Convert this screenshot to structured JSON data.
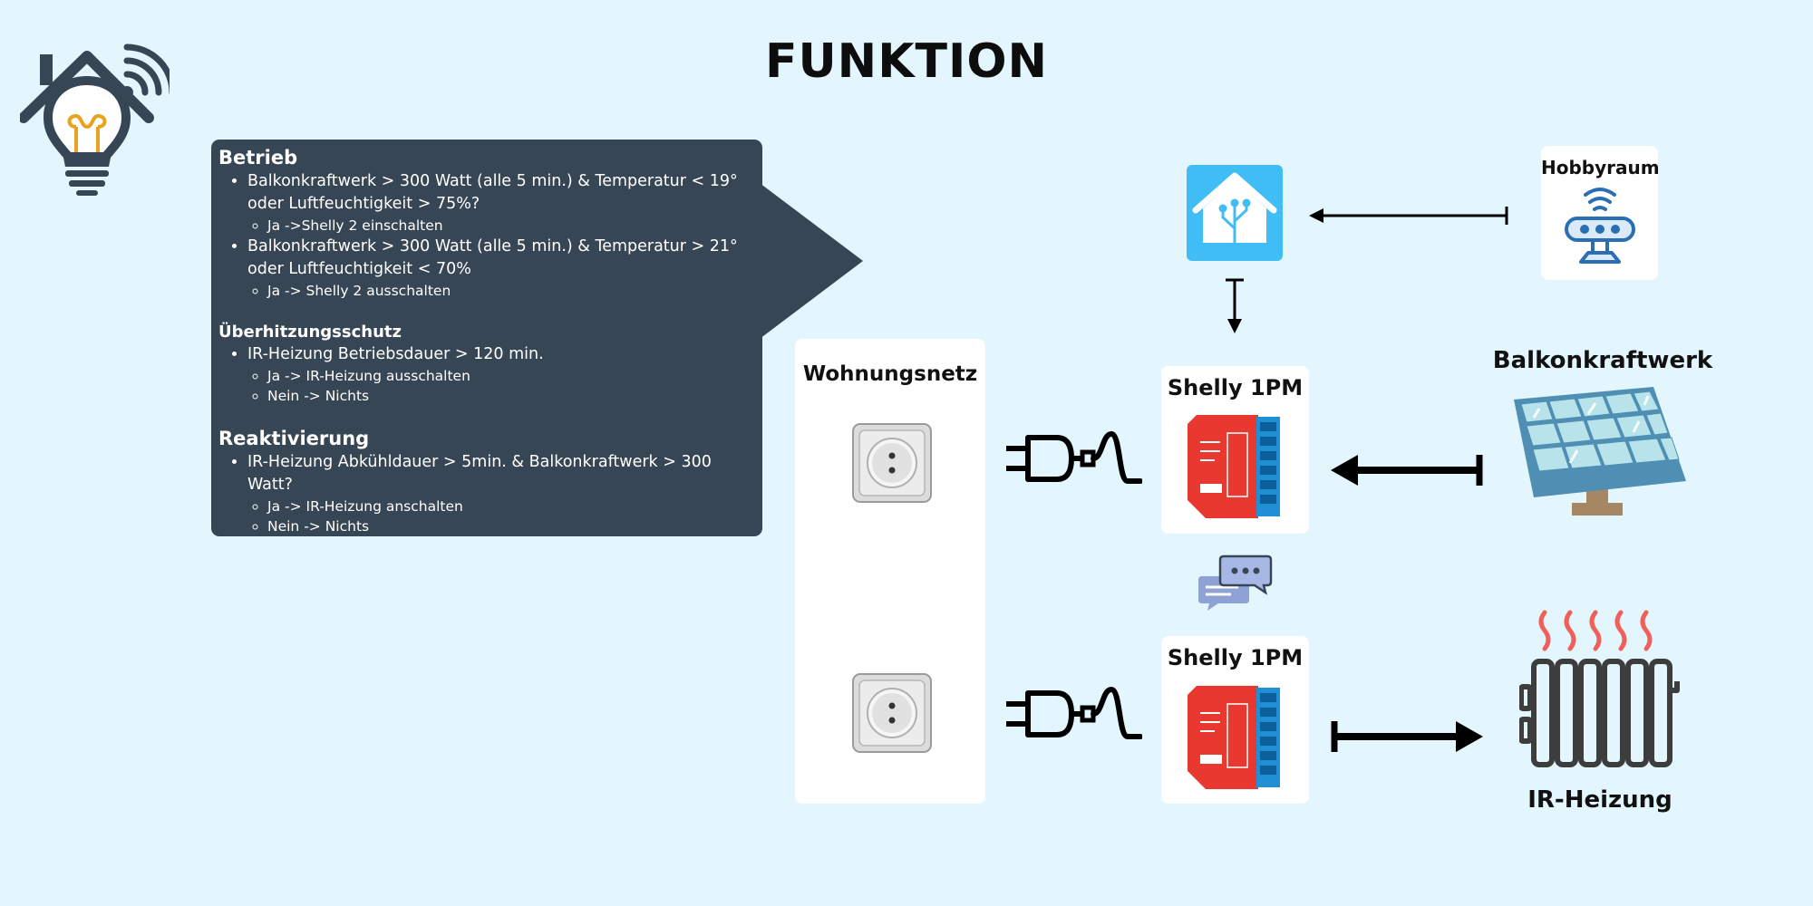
{
  "title": "FUNKTION",
  "rules": {
    "betrieb": {
      "title": "Betrieb",
      "items": [
        {
          "text": "Balkonkraftwerk > 300 Watt (alle 5 min.) & Temperatur < 19° oder Luftfeuchtigkeit > 75%?",
          "sub": [
            "Ja ->Shelly 2 einschalten"
          ]
        },
        {
          "text": "Balkonkraftwerk > 300 Watt (alle 5 min.) & Temperatur > 21° oder Luftfeuchtigkeit < 70%",
          "sub": [
            "Ja -> Shelly 2 ausschalten"
          ]
        }
      ]
    },
    "ueberhitzung": {
      "title": "Überhitzungsschutz",
      "items": [
        {
          "text": "IR-Heizung Betriebsdauer > 120 min.",
          "sub": [
            "Ja -> IR-Heizung ausschalten",
            "Nein -> Nichts"
          ]
        }
      ]
    },
    "reaktivierung": {
      "title": "Reaktivierung",
      "items": [
        {
          "text": "IR-Heizung Abkühldauer > 5min. & Balkonkraftwerk > 300 Watt?",
          "sub": [
            "Ja -> IR-Heizung anschalten",
            "Nein -> Nichts"
          ]
        }
      ]
    }
  },
  "nodes": {
    "wohnungsnetz": "Wohnungsnetz",
    "shelly_top": "Shelly 1PM",
    "shelly_bottom": "Shelly 1PM",
    "hobbyraum": "Hobbyraum",
    "balkonkraftwerk": "Balkonkraftwerk",
    "ir_heizung": "IR-Heizung"
  },
  "colors": {
    "background": "#e3f5fd",
    "panel": "#374655",
    "home_assistant": "#41bdf5",
    "shelly_red": "#e8382f",
    "shelly_blue": "#1f8fd6",
    "heat_waves": "#f0605a"
  },
  "icons": {
    "logo": "smart-home-bulb-icon",
    "home_assistant": "home-assistant-icon",
    "hobbyraum_sensor": "wifi-sensor-icon",
    "solar_panel": "solar-panel-icon",
    "radiator": "radiator-icon",
    "socket": "power-socket-icon",
    "plug": "plug-icon",
    "chat": "chat-bubbles-icon"
  }
}
